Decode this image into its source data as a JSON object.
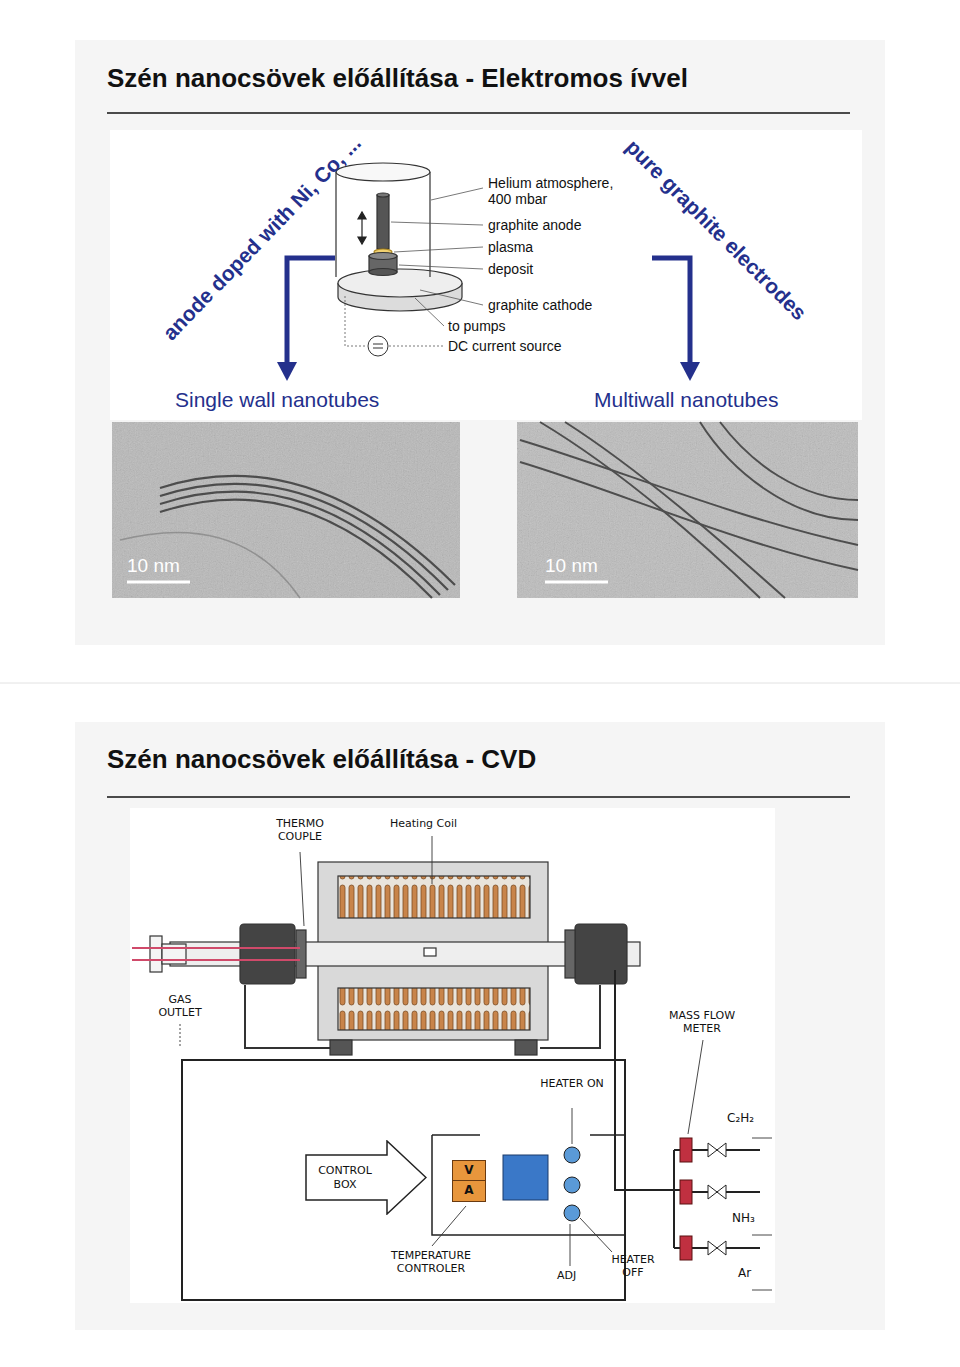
{
  "diagram": {
    "title": "Szén nanocsövek előállítása - Elektromos ívvel",
    "nodes": [
      {
        "text": [
          "CONTROL BOX"
        ]
      },
      {
        "text": [
          "V",
          "A"
        ]
      }
    ],
    "labels": [
      "Helium atmosphere, 400 mbar",
      "graphite anode",
      "plasma",
      "deposit",
      "graphite cathode",
      "to pumps",
      "DC current source",
      "anode doped with Ni, Co, ...",
      "pure graphite electrodes",
      "Single wall nanotubes",
      "Multiwall nanotubes",
      "10 nm",
      "10 nm",
      "Szén nanocsövek előállítása - CVD",
      "THERMO COUPLE",
      "Heating Coil",
      "GAS OUTLET",
      "MASS FLOW METER",
      "HEATER ON",
      "C₂H₂",
      "NH₃",
      "Ar",
      "TEMPERATURE CONTROLER",
      "ADJ",
      "HEATER OFF"
    ]
  }
}
